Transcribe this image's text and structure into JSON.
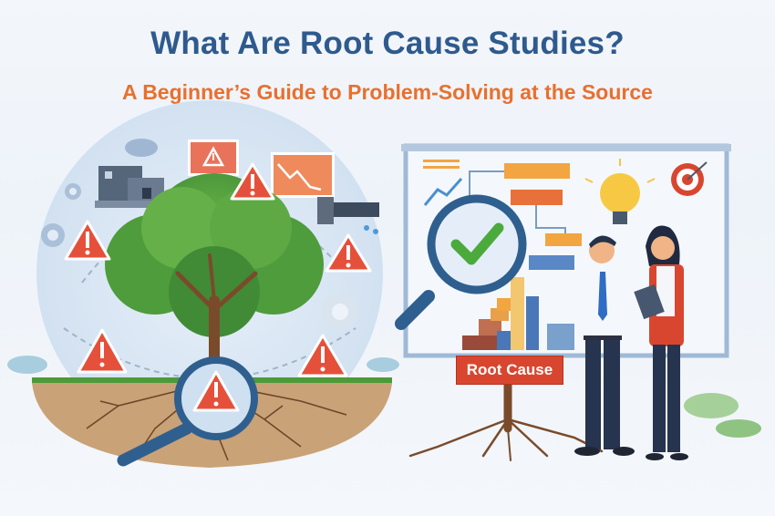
{
  "header": {
    "title": "What Are Root Cause Studies?",
    "subtitle": "A Beginner’s Guide to Problem-Solving at the Source"
  },
  "left_scene": {
    "description": "Tree with roots under a magnifying glass, surrounded by warning signs",
    "icons": [
      "warning-icon",
      "warning-icon",
      "warning-icon",
      "warning-icon",
      "warning-icon",
      "warning-icon",
      "alert-speech-bubble-icon",
      "downtrend-chart-icon",
      "factory-machine-icon",
      "leaking-pipe-icon",
      "gear-icon",
      "magnifying-glass-icon"
    ]
  },
  "right_scene": {
    "root_label": "Root Cause",
    "icons": [
      "magnifying-glass-icon",
      "checkmark-icon",
      "lightbulb-icon",
      "target-icon",
      "flowchart-icon",
      "bar-chart-icon",
      "trend-arrow-icon"
    ]
  },
  "colors": {
    "title": "#2e5a8e",
    "subtitle": "#e8702f",
    "warning": "#e5503b",
    "label_bg": "#d9462f",
    "tree_green": "#4d9a3a",
    "soil": "#c9a277",
    "glass_rim": "#2f5f8f"
  }
}
